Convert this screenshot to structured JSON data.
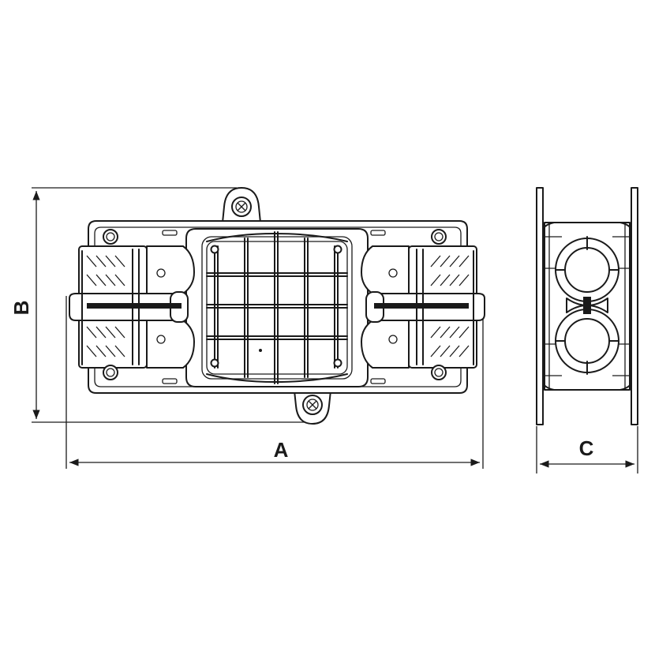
{
  "dimensions": {
    "a_label": "A",
    "b_label": "B",
    "c_label": "C"
  },
  "colors": {
    "line": "#1a1a1a",
    "background": "#ffffff"
  }
}
